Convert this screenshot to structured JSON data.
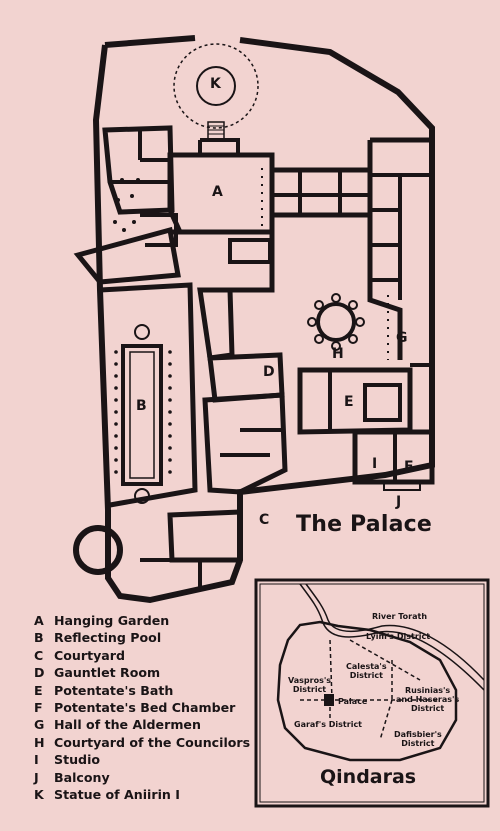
{
  "map": {
    "title": "The Palace",
    "room_labels": {
      "a": "A",
      "b": "B",
      "c": "C",
      "d": "D",
      "e": "E",
      "f": "F",
      "g": "G",
      "h": "H",
      "i": "I",
      "j": "J",
      "k": "K"
    }
  },
  "legend": [
    {
      "key": "A",
      "name": "Hanging Garden"
    },
    {
      "key": "B",
      "name": "Reflecting Pool"
    },
    {
      "key": "C",
      "name": "Courtyard"
    },
    {
      "key": "D",
      "name": "Gauntlet Room"
    },
    {
      "key": "E",
      "name": "Potentate's Bath"
    },
    {
      "key": "F",
      "name": "Potentate's Bed Chamber"
    },
    {
      "key": "G",
      "name": "Hall of the Aldermen"
    },
    {
      "key": "H",
      "name": "Courtyard of the Councilors"
    },
    {
      "key": "I",
      "name": "Studio"
    },
    {
      "key": "J",
      "name": "Balcony"
    },
    {
      "key": "K",
      "name": "Statue of Aniirin I"
    }
  ],
  "inset": {
    "title": "Qindaras",
    "river": "River Torath",
    "districts": {
      "lyim": "Lyim's District",
      "calesta_1": "Calesta's",
      "calesta_2": "District",
      "vaspros_1": "Vaspros's",
      "vaspros_2": "District",
      "palace": "Palace",
      "rusinias_1": "Rusinias's",
      "rusinias_2": "and Haseras's",
      "rusinias_3": "District",
      "garaf": "Garaf's District",
      "dafisbier_1": "Dafisbier's",
      "dafisbier_2": "District"
    }
  }
}
